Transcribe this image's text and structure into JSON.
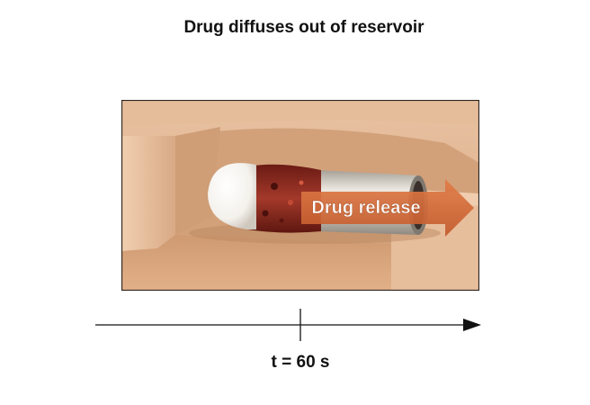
{
  "title": "Drug diffuses out of reservoir",
  "scene": {
    "release_label": "Drug release",
    "colors": {
      "tissue": "#e5b48c",
      "channel": "#c89770",
      "capsule_cap": "#ffffff",
      "reservoir_drug": "#8a2a20",
      "metal_tube": "#c7c2ba",
      "arrow": "#d06838"
    },
    "icons": [
      "reservoir-capsule",
      "release-arrow"
    ]
  },
  "timeline": {
    "label": "t = 60 s"
  }
}
